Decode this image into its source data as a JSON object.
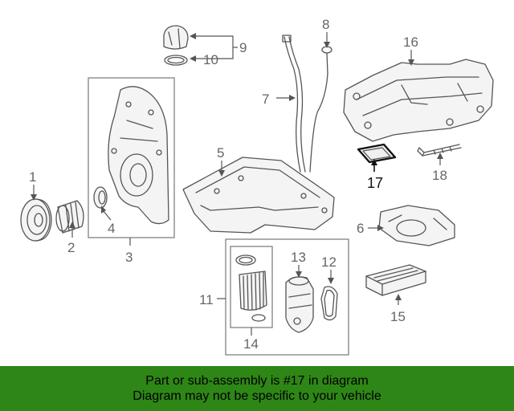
{
  "callouts": {
    "c1": "1",
    "c2": "2",
    "c3": "3",
    "c4": "4",
    "c5": "5",
    "c6": "6",
    "c7": "7",
    "c8": "8",
    "c9": "9",
    "c10": "10",
    "c11": "11",
    "c12": "12",
    "c13": "13",
    "c14": "14",
    "c15": "15",
    "c16": "16",
    "c17": "17",
    "c18": "18"
  },
  "highlighted_part": "17",
  "colors": {
    "banner": "#2e8616",
    "highlight": "#111111",
    "line": "#555555"
  },
  "banner": {
    "line1": "Part or sub-assembly is #17 in diagram",
    "line2": "Diagram may not be specific to your vehicle"
  }
}
